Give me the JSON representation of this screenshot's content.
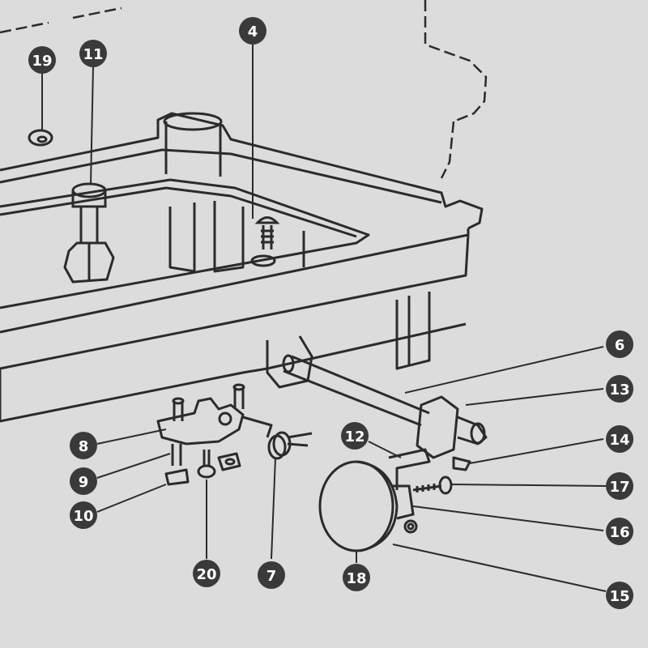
{
  "diagram": {
    "colors": {
      "paper": "#dcdcdc",
      "ink": "#2b2b2b",
      "callout_fill": "#3a3a3a",
      "callout_text": "#ffffff"
    },
    "callouts": [
      {
        "id": "c19",
        "label": "19"
      },
      {
        "id": "c11",
        "label": "11"
      },
      {
        "id": "c4",
        "label": "4"
      },
      {
        "id": "c6",
        "label": "6"
      },
      {
        "id": "c13",
        "label": "13"
      },
      {
        "id": "c14",
        "label": "14"
      },
      {
        "id": "c12",
        "label": "12"
      },
      {
        "id": "c17",
        "label": "17"
      },
      {
        "id": "c16",
        "label": "16"
      },
      {
        "id": "c8",
        "label": "8"
      },
      {
        "id": "c9",
        "label": "9"
      },
      {
        "id": "c10",
        "label": "10"
      },
      {
        "id": "c20",
        "label": "20"
      },
      {
        "id": "c7",
        "label": "7"
      },
      {
        "id": "c18",
        "label": "18"
      },
      {
        "id": "c15",
        "label": "15"
      }
    ]
  }
}
